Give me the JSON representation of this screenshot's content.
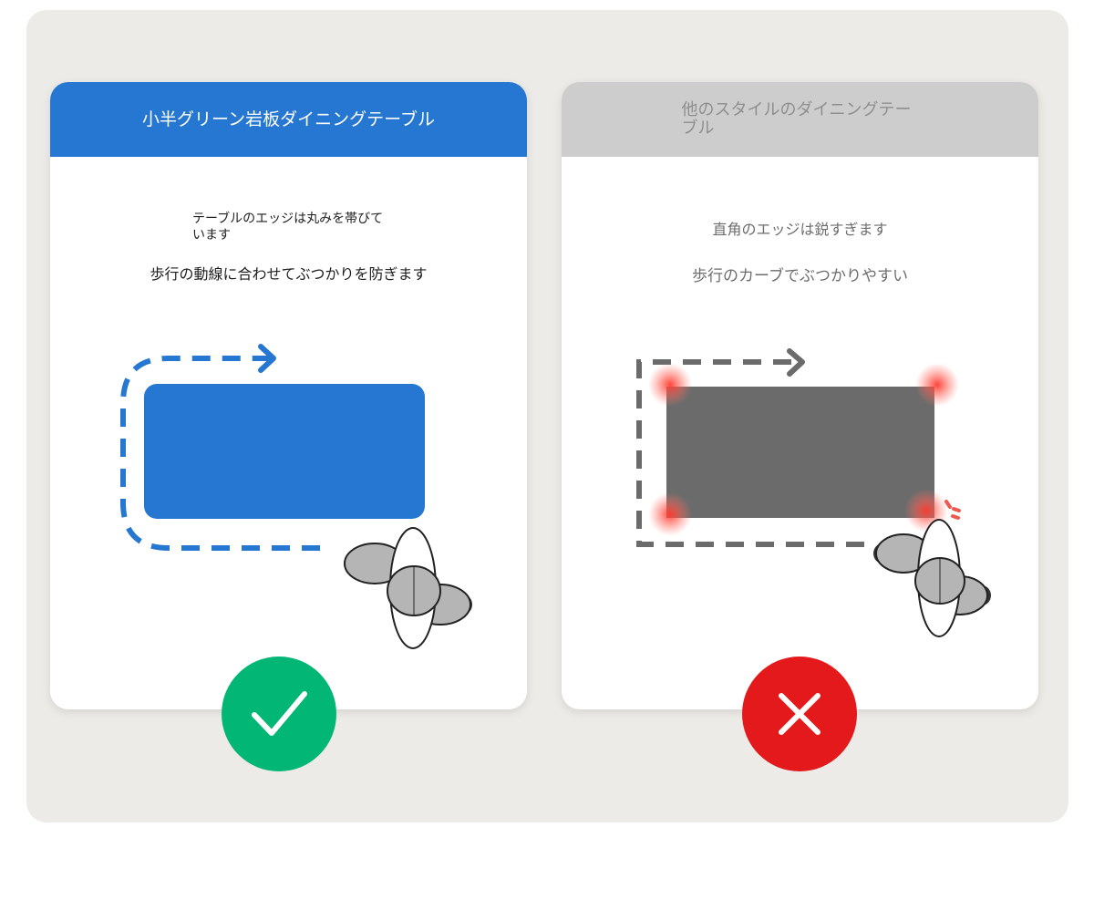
{
  "left_card": {
    "title": "小半グリーン岩板ダイニングテーブル",
    "note_line1": "テーブルのエッジは丸みを帯びています",
    "note_line2": "歩行の動線に合わせてぶつかりを防ぎます",
    "verdict_icon": "check-icon",
    "colors": {
      "header": "#2677d1",
      "table": "#2677d1",
      "badge": "#02b676"
    }
  },
  "right_card": {
    "title": "他のスタイルのダイニングテーブル",
    "note_line1": "直角のエッジは鋭すぎます",
    "note_line2": "歩行のカーブでぶつかりやすい",
    "verdict_icon": "cross-icon",
    "colors": {
      "header": "#cdcdcd",
      "table": "#6b6b6b",
      "badge": "#e3191b"
    }
  }
}
